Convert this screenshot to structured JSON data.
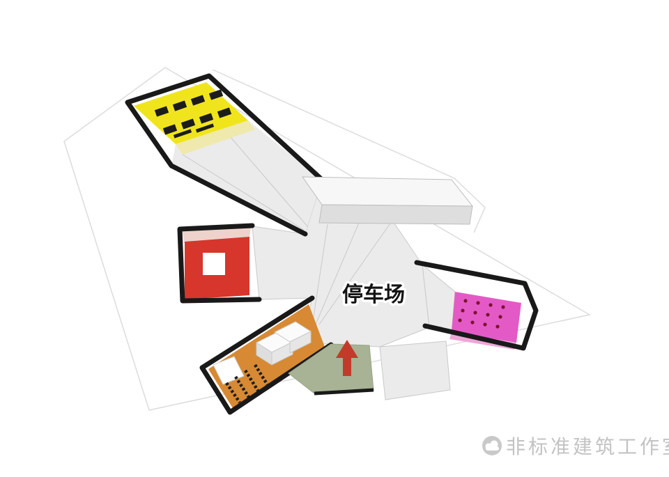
{
  "labels": {
    "parking": "停车场"
  },
  "watermark": {
    "studio": "非标准建筑工作室"
  },
  "icons": {
    "entry_arrow": "red-up-arrow",
    "furniture": "black-table-blocks",
    "seats": "dotted-seat-rows",
    "people": "small-figure-dots",
    "logo": "gray-cloud-logo"
  },
  "colors": {
    "site_outline": "#dcdcdc",
    "slab_fill": "#ebebeb",
    "slab_edge": "#c9c9c9",
    "roof_top": "#f7f7f7",
    "roof_front": "#dedede",
    "wall_black": "#191919",
    "yellow_room": "#f0e51c",
    "yellow_wall": "#efe9ad",
    "red_wall": "#d6362c",
    "red_floor_strip": "#edd3cc",
    "orange_floor": "#d78a33",
    "green_entry": "#a8b295",
    "arrow_red": "#c23b2a",
    "pink_floor": "#e35ac6",
    "pink_wall": "#f0a5d7",
    "figure_dark": "#1c1c1c",
    "figure_red": "#7c1330",
    "box_white": "#fbfbfb",
    "box_shade": "#e6e6e6",
    "watermark_gray": "#c3c3c3"
  }
}
